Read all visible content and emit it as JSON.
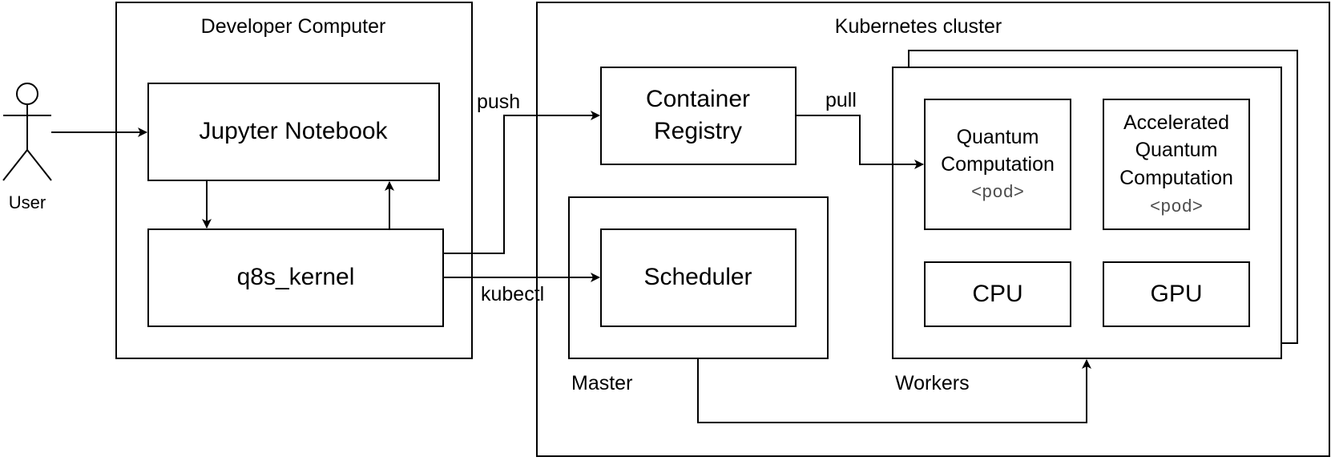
{
  "actor": {
    "label": "User"
  },
  "containers": {
    "developer_computer": "Developer Computer",
    "kubernetes_cluster": "Kubernetes cluster"
  },
  "nodes": {
    "jupyter_notebook": "Jupyter Notebook",
    "q8s_kernel": "q8s_kernel",
    "container_registry": [
      "Container",
      "Registry"
    ],
    "scheduler": "Scheduler",
    "quantum_pod": {
      "lines": [
        "Quantum",
        "Computation"
      ],
      "tag": "<pod>"
    },
    "accelerated_pod": {
      "lines": [
        "Accelerated",
        "Quantum",
        "Computation"
      ],
      "tag": "<pod>"
    },
    "cpu": "CPU",
    "gpu": "GPU"
  },
  "group_labels": {
    "master": "Master",
    "workers": "Workers"
  },
  "edge_labels": {
    "push": "push",
    "pull": "pull",
    "kubectl": "kubectl"
  }
}
